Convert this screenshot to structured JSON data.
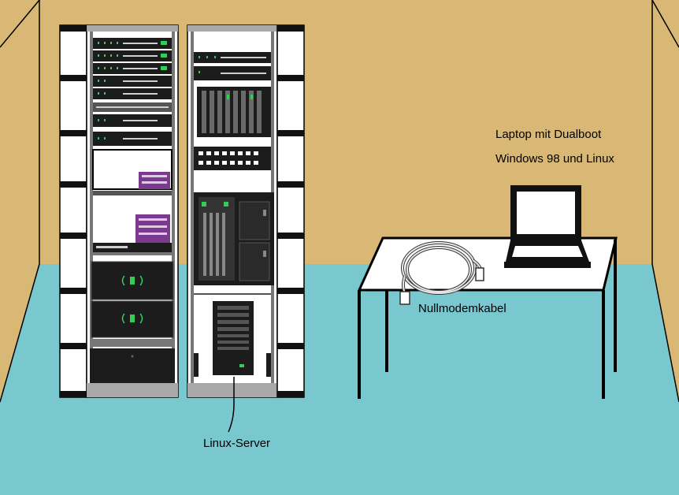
{
  "colors": {
    "wall": "#d9b774",
    "floor": "#79c8d0",
    "rack_frame": "#222222",
    "rack_bg": "#ffffff",
    "device": "#1c1c1c",
    "accent_green": "#33cc55",
    "accent_purple": "#7a3b8f",
    "table": "#ffffff",
    "line": "#000000"
  },
  "icons": {
    "left_rack": "server-rack-icon",
    "right_rack": "server-rack-icon",
    "tower": "tower-server-icon",
    "laptop": "laptop-icon",
    "cable": "coiled-cable-icon",
    "table": "table-icon"
  },
  "labels": {
    "laptop_line1": "Laptop mit Dualboot",
    "laptop_line2": "Windows 98 und Linux",
    "cable": "Nullmodemkabel",
    "server": "Linux-Server"
  }
}
